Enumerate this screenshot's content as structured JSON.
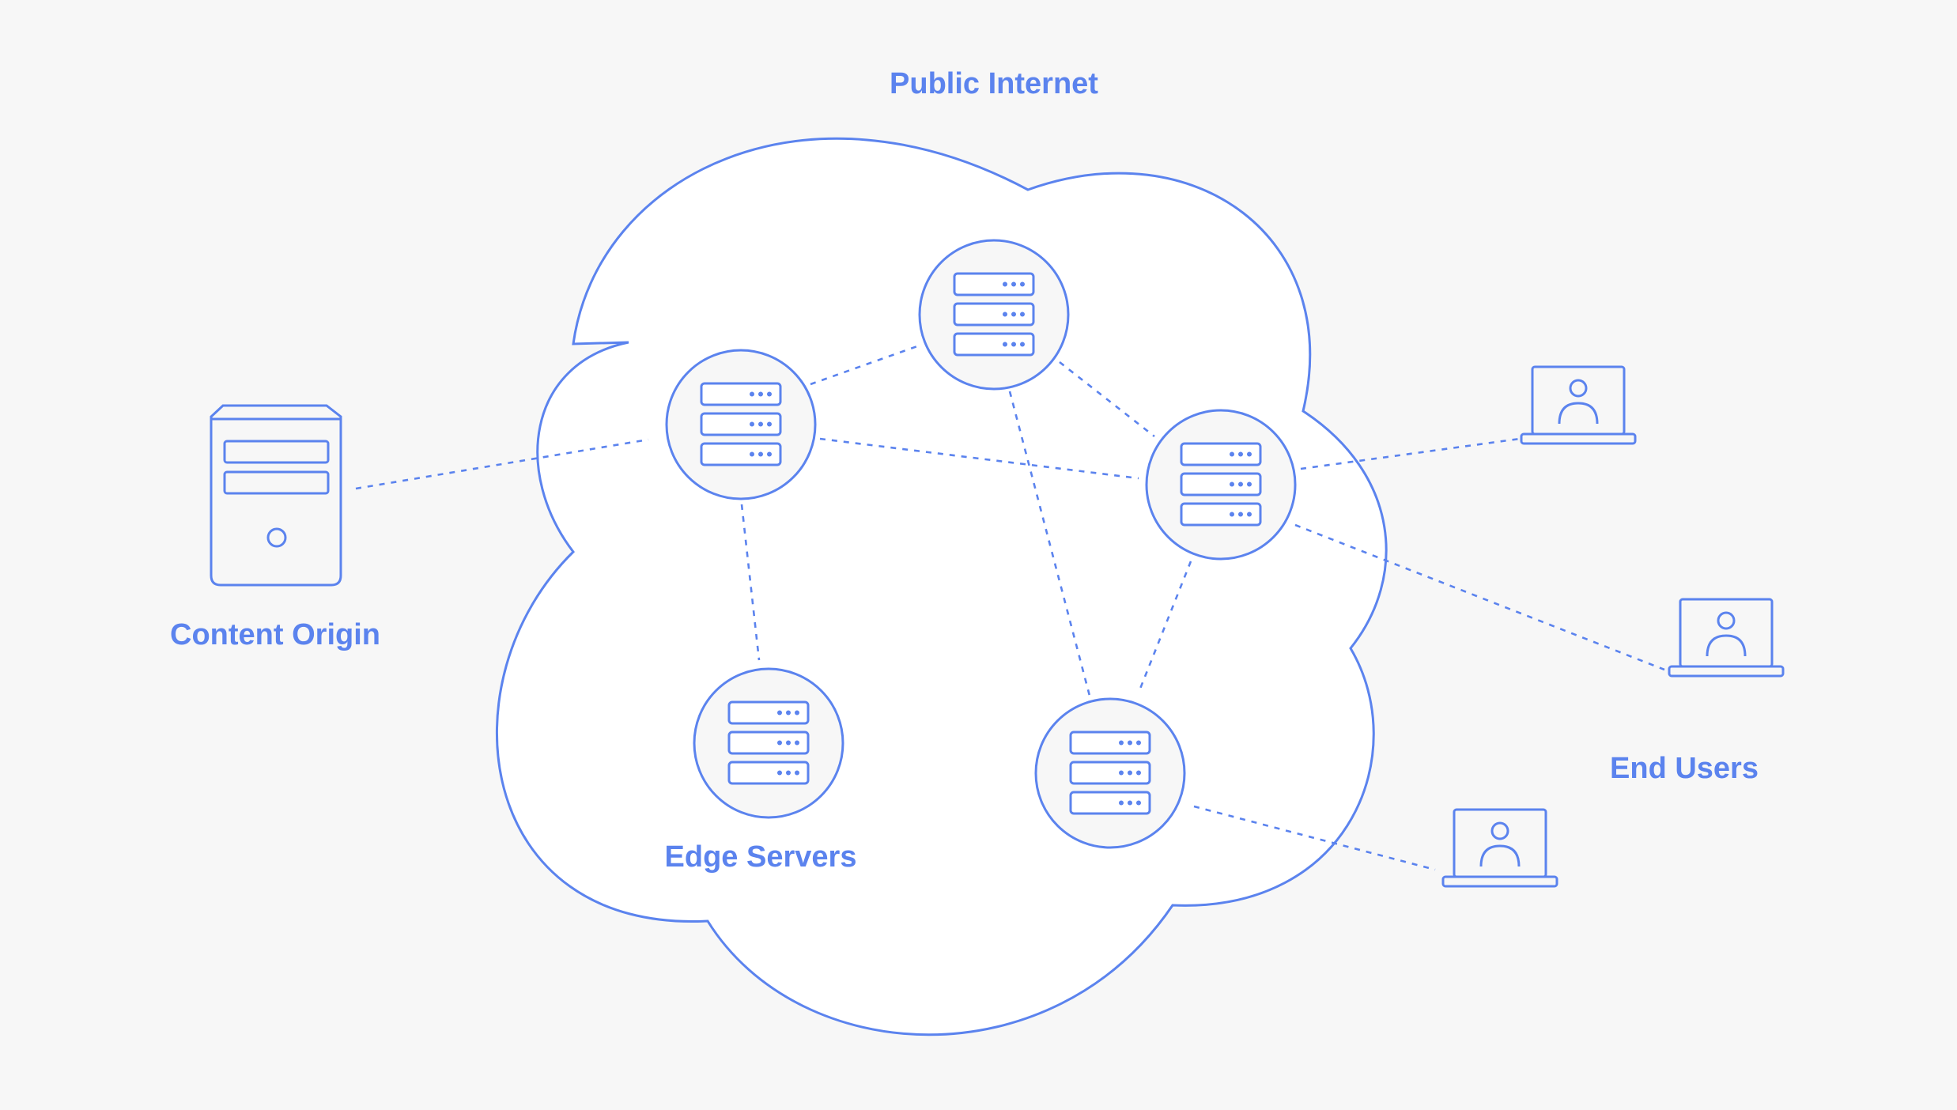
{
  "labels": {
    "cloud": "Public Internet",
    "origin": "Content Origin",
    "edges": "Edge Servers",
    "users": "End Users"
  },
  "colors": {
    "accent": "#5b83ee",
    "background": "#f7f7f7",
    "cloud_fill": "#ffffff",
    "node_fill": "#f7f7f7"
  },
  "icons": {
    "origin": "server-tower-icon",
    "edge": "server-rack-icon",
    "user": "laptop-user-icon"
  },
  "nodes": {
    "edge_servers": [
      "edge-server-1",
      "edge-server-2",
      "edge-server-3",
      "edge-server-4",
      "edge-server-5"
    ],
    "end_users": [
      "end-user-1",
      "end-user-2",
      "end-user-3"
    ]
  }
}
